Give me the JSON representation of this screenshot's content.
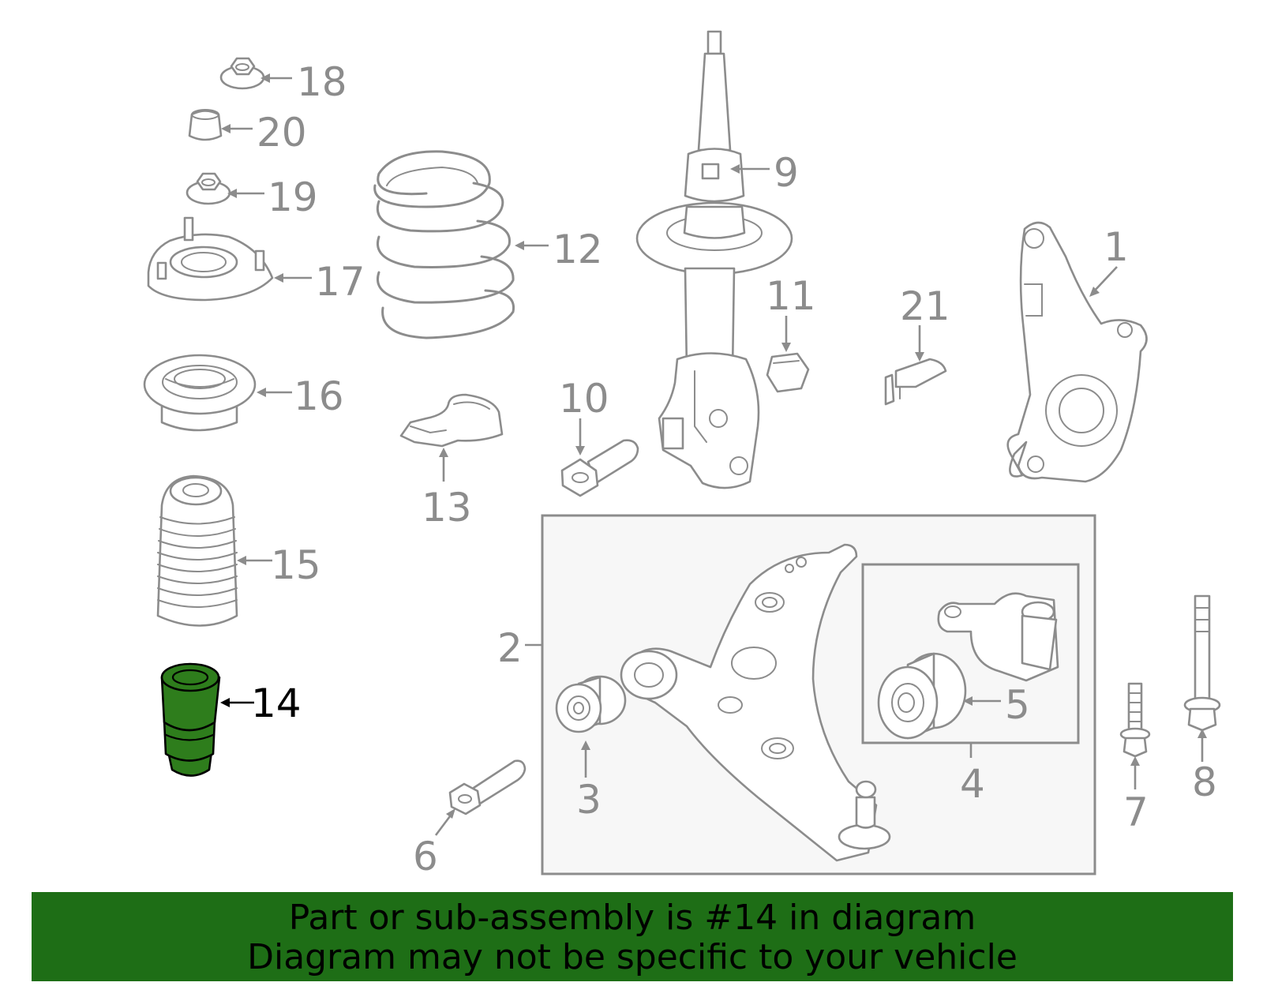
{
  "diagram": {
    "callouts": {
      "c1": "1",
      "c2": "2",
      "c3": "3",
      "c4": "4",
      "c5": "5",
      "c6": "6",
      "c7": "7",
      "c8": "8",
      "c9": "9",
      "c10": "10",
      "c11": "11",
      "c12": "12",
      "c13": "13",
      "c14": "14",
      "c15": "15",
      "c16": "16",
      "c17": "17",
      "c18": "18",
      "c19": "19",
      "c20": "20",
      "c21": "21"
    },
    "highlighted_part": "14",
    "colors": {
      "highlight_fill": "#2e7d1c",
      "line_gray": "#8c8c8c",
      "banner": "#1e6e16"
    }
  },
  "banner": {
    "line1": "Part or sub-assembly is #14 in diagram",
    "line2": "Diagram may not be specific to your vehicle"
  }
}
